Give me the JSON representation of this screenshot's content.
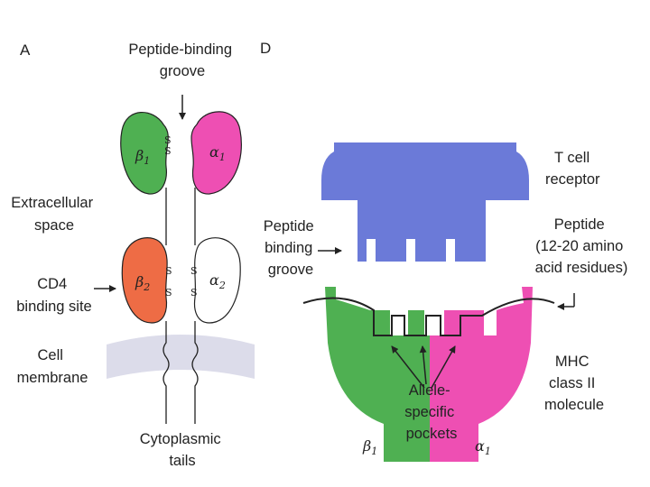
{
  "colors": {
    "green": "#4fb052",
    "pink": "#ee4fb3",
    "orange": "#ee6c45",
    "blue": "#6b7ad8",
    "membrane": "#dcdcea",
    "stroke": "#222222"
  },
  "panel_a": {
    "label": "A",
    "groove_label": [
      "Peptide-binding",
      "groove"
    ],
    "extracellular_label": [
      "Extracellular",
      "space"
    ],
    "cd4_label": [
      "CD4",
      "binding site"
    ],
    "membrane_label": [
      "Cell",
      "membrane"
    ],
    "cytoplasmic_label": [
      "Cytoplasmic",
      "tails"
    ],
    "domains": {
      "beta1": {
        "greek": "β",
        "sub": "1",
        "color": "green"
      },
      "alpha1": {
        "greek": "α",
        "sub": "1",
        "color": "pink"
      },
      "beta2": {
        "greek": "β",
        "sub": "2",
        "color": "orange"
      },
      "alpha2": {
        "greek": "α",
        "sub": "2",
        "color": "white"
      }
    },
    "disulfide": "S"
  },
  "panel_d": {
    "label": "D",
    "tcr_label": [
      "T cell",
      "receptor"
    ],
    "groove_label": [
      "Peptide",
      "binding",
      "groove"
    ],
    "peptide_label": [
      "Peptide",
      "(12-20 amino",
      "acid residues)"
    ],
    "pockets_label": [
      "Allele-",
      "specific",
      "pockets"
    ],
    "mhc_label": [
      "MHC",
      "class II",
      "molecule"
    ],
    "beta1": {
      "greek": "β",
      "sub": "1"
    },
    "alpha1": {
      "greek": "α",
      "sub": "1"
    }
  }
}
